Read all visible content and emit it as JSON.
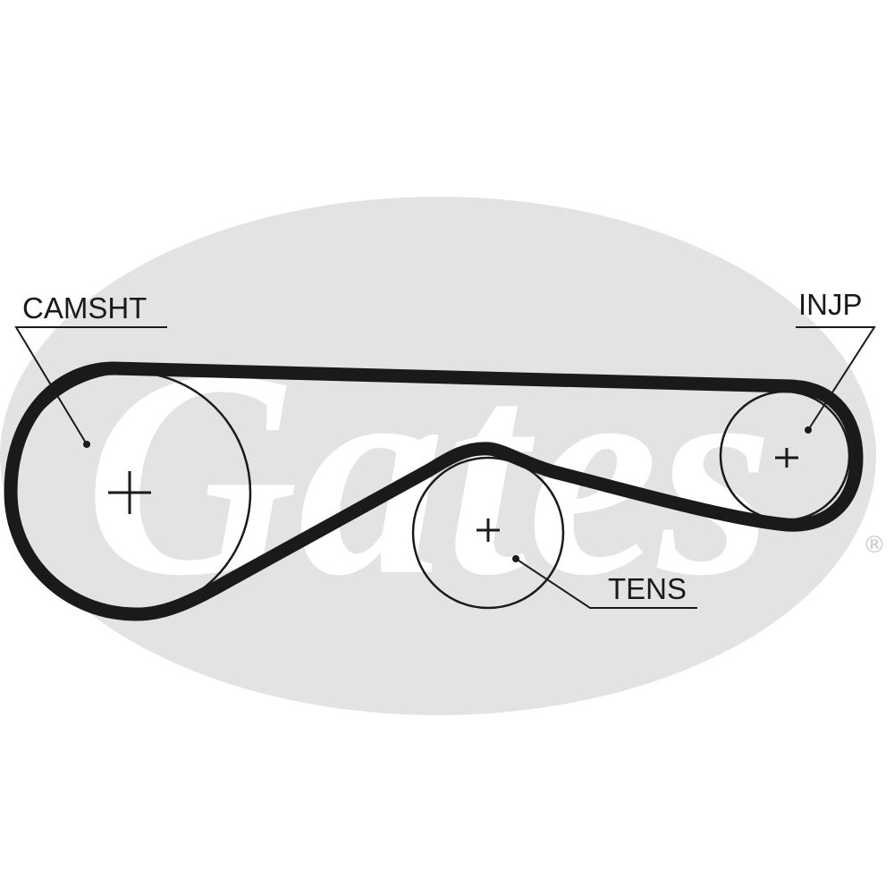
{
  "watermark": {
    "logo_text": "Gates",
    "registered_mark": "®",
    "oval_color": "#e3e3e3"
  },
  "belt": {
    "color": "#1a1a1a"
  },
  "pulleys": {
    "camshaft": {
      "label": "CAMSHT"
    },
    "injection_pump": {
      "label": "INJP"
    },
    "tensioner": {
      "label": "TENS"
    }
  }
}
